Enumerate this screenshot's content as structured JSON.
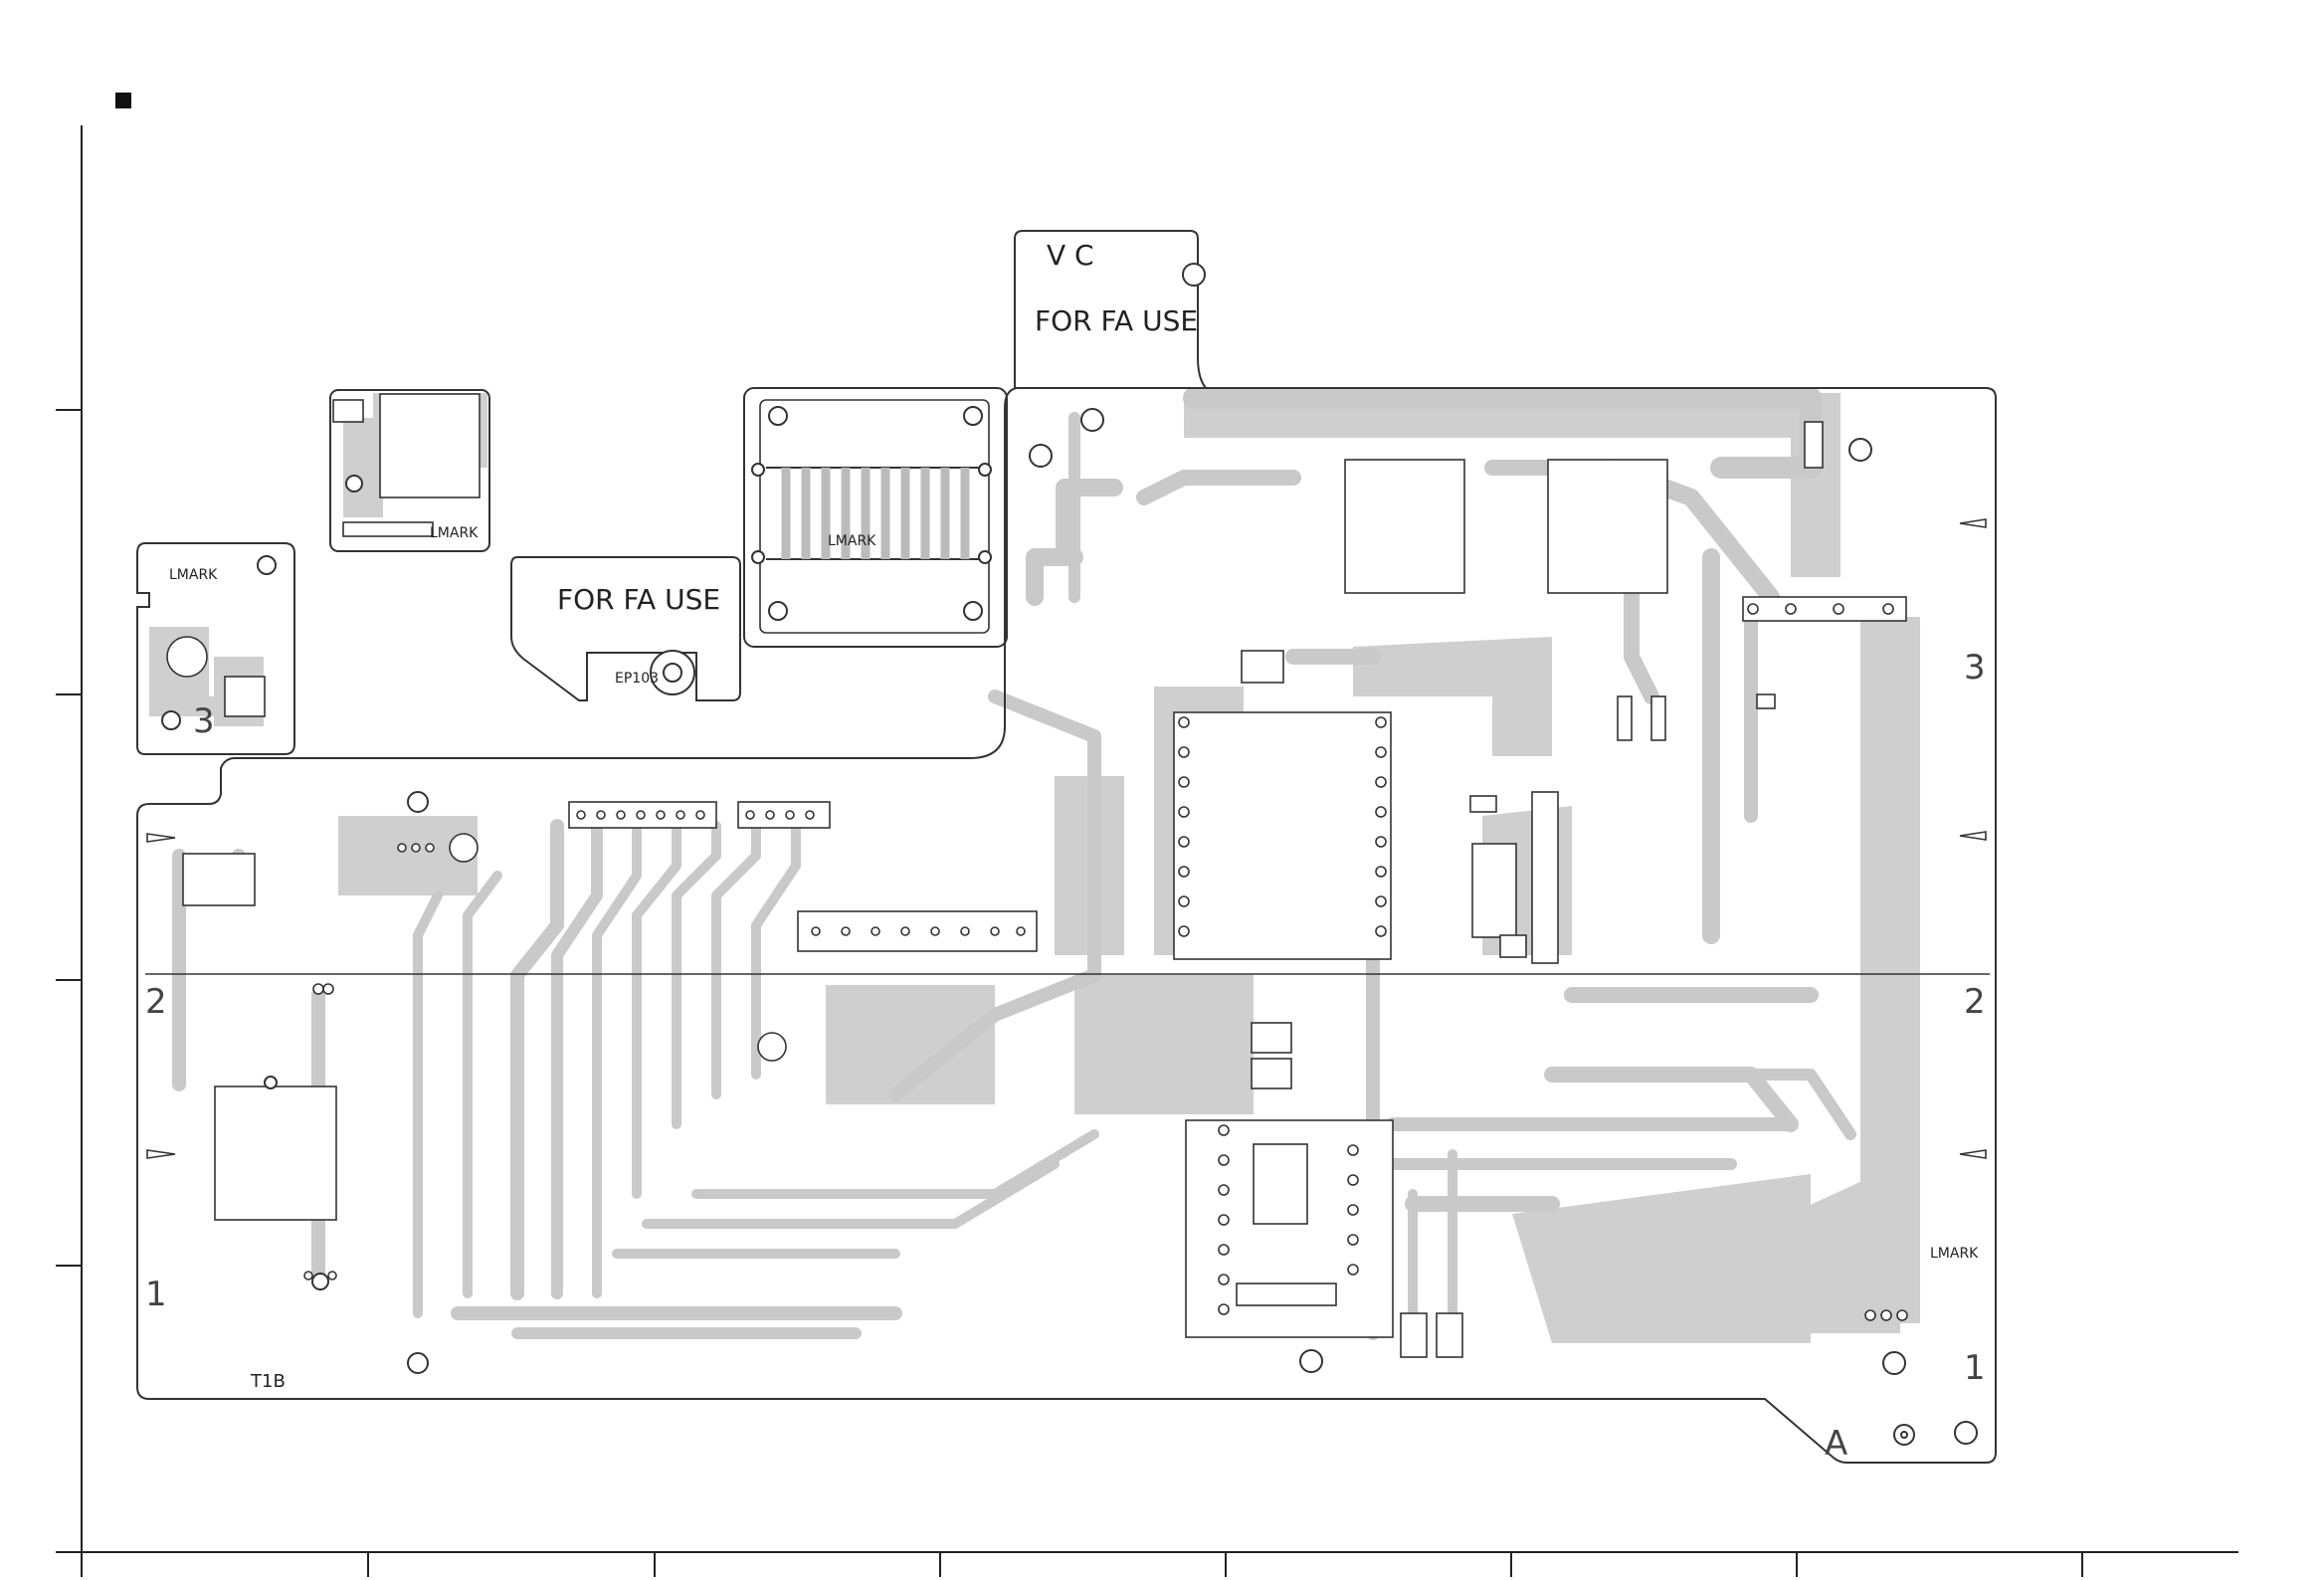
{
  "labels": {
    "for_fa_use_top": "FOR FA USE",
    "for_fa_use_mid": "FOR FA USE",
    "v_c_mark": "V  C",
    "ep103": "EP103",
    "t1b": "T1B",
    "corner_a": "A",
    "lmark": "LMARK"
  },
  "grid": {
    "left_numbers": [
      "2",
      "1"
    ],
    "right_numbers": [
      "3",
      "2",
      "1"
    ],
    "sub_board_number": "3"
  },
  "colors": {
    "copper": "#cfcfcf",
    "outline": "#333333",
    "background": "#ffffff"
  }
}
